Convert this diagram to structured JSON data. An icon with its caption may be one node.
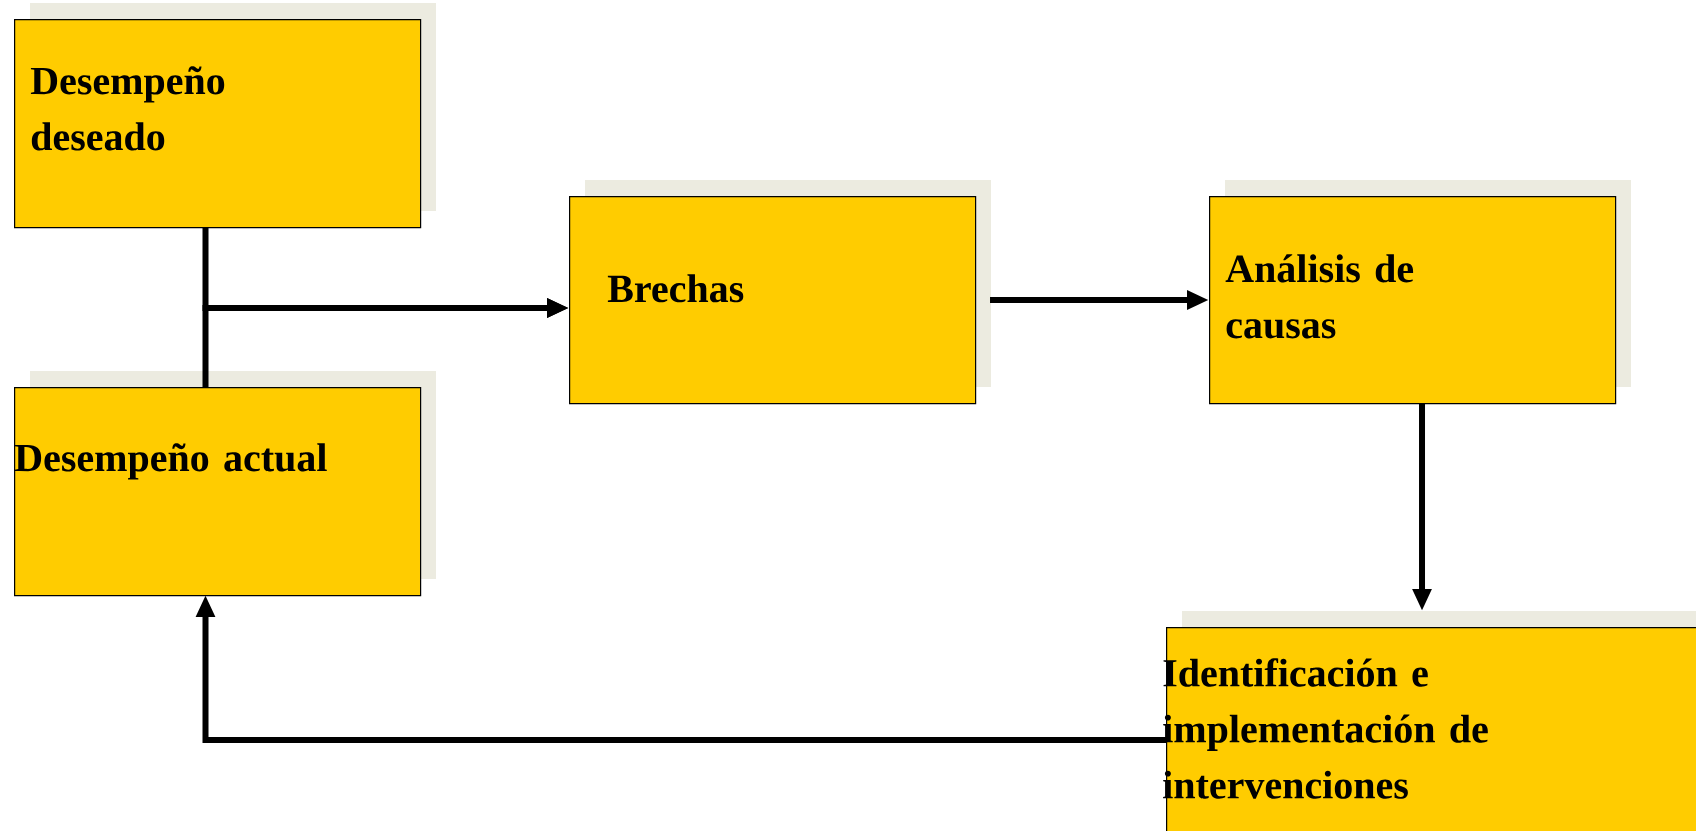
{
  "diagram": {
    "nodes": [
      {
        "text": [
          "Desempeño deseado"
        ]
      },
      {
        "text": [
          "Desempeño actual"
        ]
      },
      {
        "text": [
          "Brechas"
        ]
      },
      {
        "text": [
          "Análisis de causas"
        ]
      },
      {
        "text": [
          "Identificación e implementación de intervenciones"
        ]
      }
    ],
    "edges": [
      {
        "from": 0,
        "to": 2,
        "arrow": "to"
      },
      {
        "from": 1,
        "to": 2,
        "arrow": "to"
      },
      {
        "from": 2,
        "to": 3,
        "arrow": "to"
      },
      {
        "from": 3,
        "to": 4,
        "arrow": "to"
      },
      {
        "from": 4,
        "to": 1,
        "arrow": "to"
      }
    ]
  }
}
